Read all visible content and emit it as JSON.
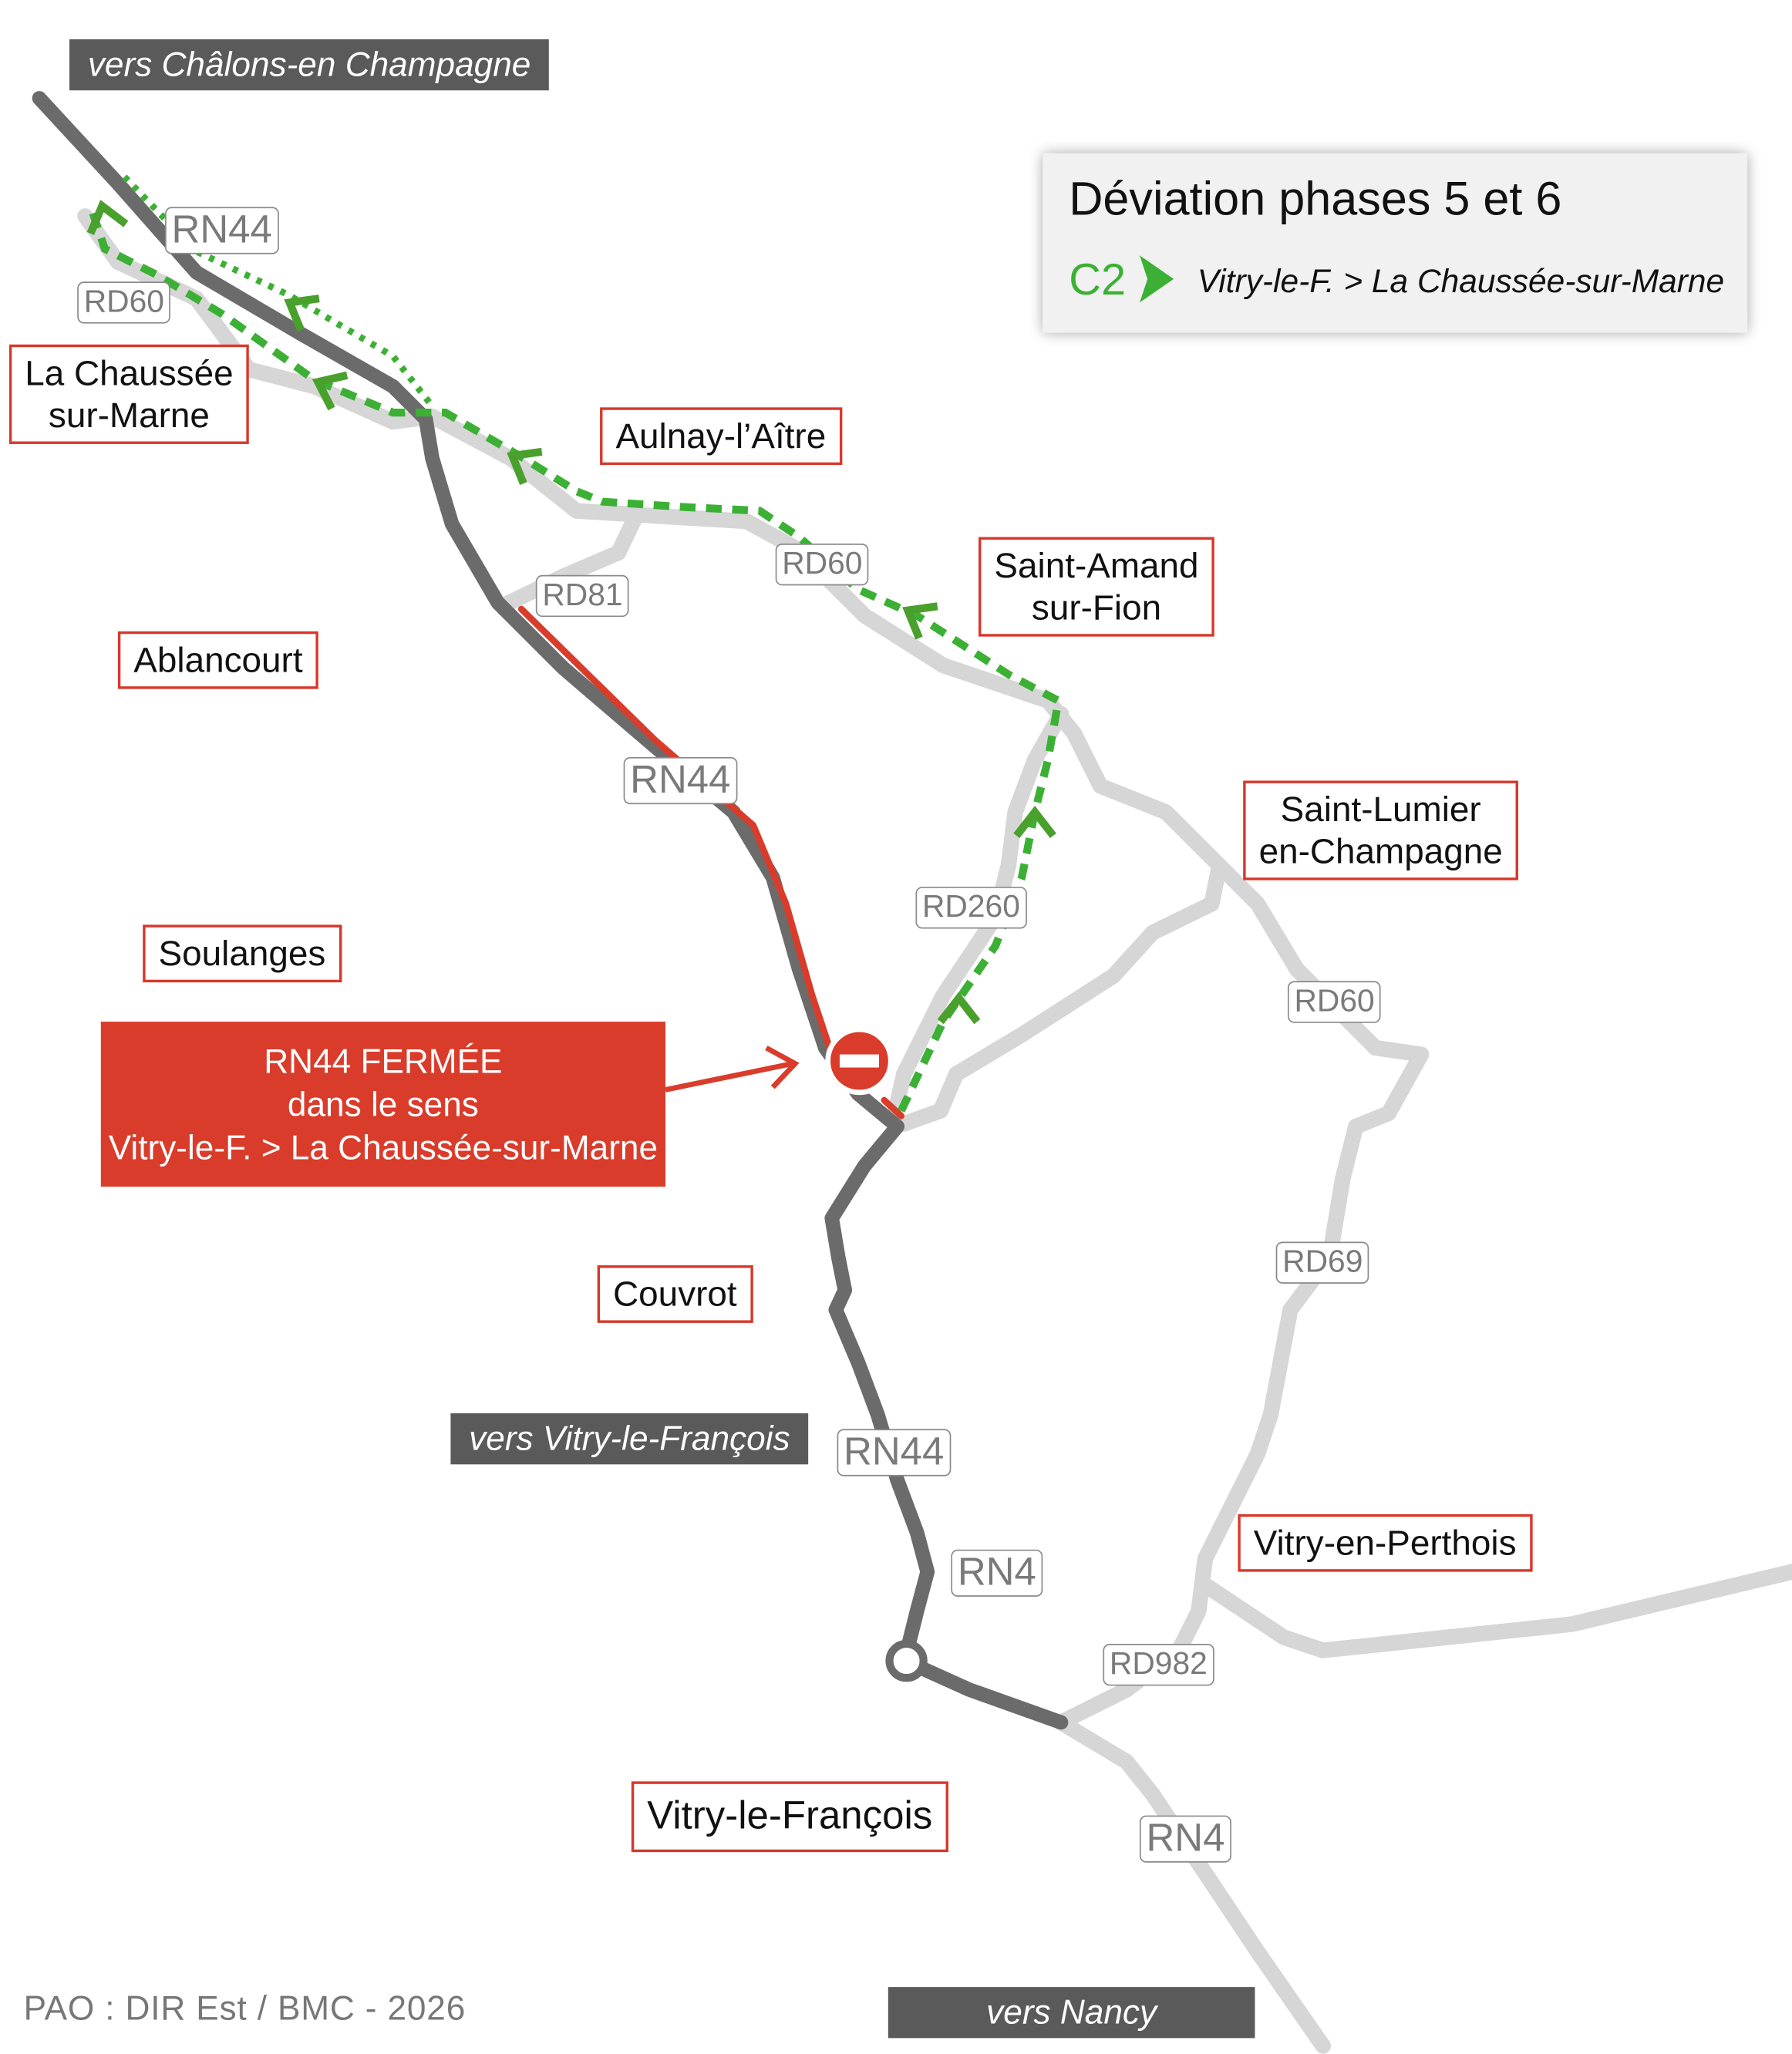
{
  "legend": {
    "title": "Déviation phases 5 et 6",
    "route_code": "C2",
    "route_description": "Vitry-le-F. > La Chaussée-sur-Marne"
  },
  "directions": {
    "north": "vers Châlons-en Champagne",
    "vitry": "vers Vitry-le-François",
    "south": "vers Nancy"
  },
  "towns": {
    "la_chaussee_1": "La Chaussée",
    "la_chaussee_2": "sur-Marne",
    "aulnay": "Aulnay-l’Aître",
    "saint_amand_1": "Saint-Amand",
    "saint_amand_2": "sur-Fion",
    "ablancourt": "Ablancourt",
    "saint_lumier_1": "Saint-Lumier",
    "saint_lumier_2": "en-Champagne",
    "soulanges": "Soulanges",
    "couvrot": "Couvrot",
    "vitry_en_perthois": "Vitry-en-Perthois",
    "vitry_le_francois": "Vitry-le-François"
  },
  "roads": {
    "rn44_north": "RN44",
    "rd60_nw": "RD60",
    "rd60_mid": "RD60",
    "rd81": "RD81",
    "rn44_mid": "RN44",
    "rd260": "RD260",
    "rd60_east": "RD60",
    "rd69": "RD69",
    "rn44_south": "RN44",
    "rn4_a": "RN4",
    "rd982": "RD982",
    "rn4_b": "RN4"
  },
  "closure": {
    "line1": "RN44 FERMÉE",
    "line2": "dans le sens",
    "line3": "Vitry-le-F. > La Chaussée-sur-Marne"
  },
  "credit": "PAO : DIR Est / BMC - 2026",
  "colors": {
    "closure_red": "#d93c2b",
    "detour_green": "#3cb034",
    "main_road": "#6b6b6b",
    "secondary_road": "#d6d6d6"
  }
}
